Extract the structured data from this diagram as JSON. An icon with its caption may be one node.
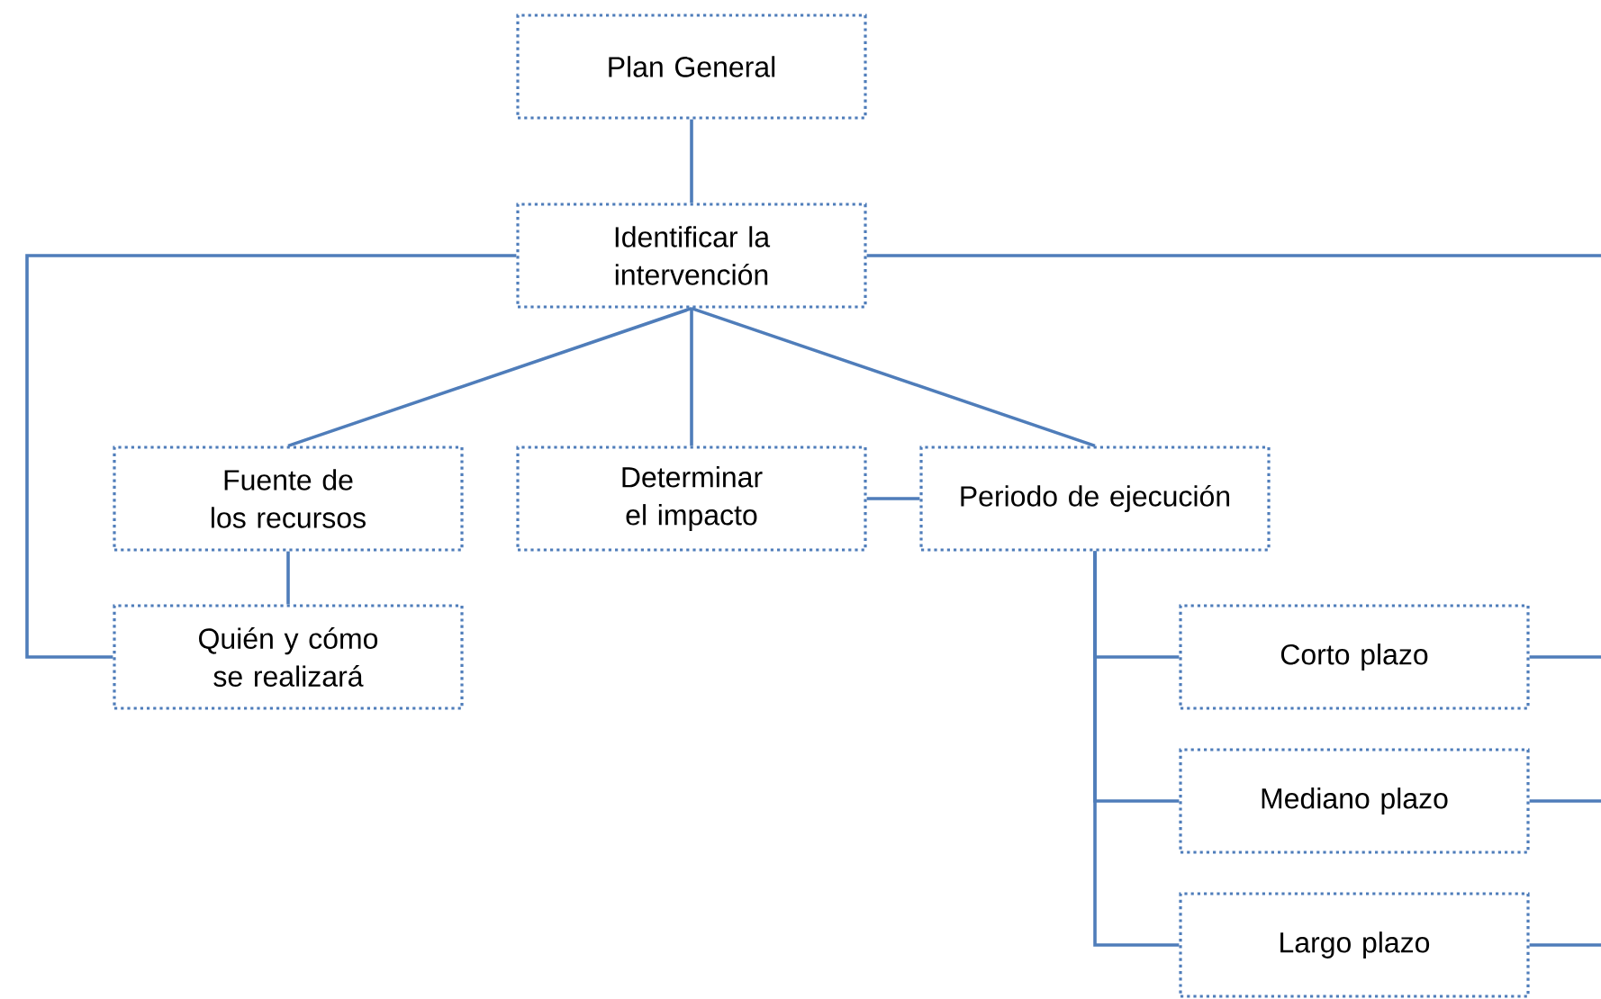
{
  "diagram": {
    "nodes": [
      {
        "text": [
          "Plan General"
        ]
      },
      {
        "text": [
          "Identificar la intervención"
        ]
      },
      {
        "text": [
          "Fuente de los recursos"
        ]
      },
      {
        "text": [
          "Determinar el impacto"
        ]
      },
      {
        "text": [
          "Periodo de ejecución"
        ]
      },
      {
        "text": [
          "Quién y cómo se realizará"
        ]
      },
      {
        "text": [
          "Corto plazo"
        ]
      },
      {
        "text": [
          "Mediano plazo"
        ]
      },
      {
        "text": [
          "Largo plazo"
        ]
      }
    ],
    "edges": [
      {
        "from": 0,
        "to": 1,
        "arrow": "none"
      },
      {
        "from": 1,
        "to": 2,
        "arrow": "none"
      },
      {
        "from": 1,
        "to": 3,
        "arrow": "none"
      },
      {
        "from": 1,
        "to": 4,
        "arrow": "none"
      },
      {
        "from": 1,
        "to": 5,
        "arrow": "none"
      },
      {
        "from": 2,
        "to": 5,
        "arrow": "none"
      },
      {
        "from": 3,
        "to": 4,
        "arrow": "none"
      },
      {
        "from": 4,
        "to": 6,
        "arrow": "none"
      },
      {
        "from": 4,
        "to": 7,
        "arrow": "none"
      },
      {
        "from": 4,
        "to": 8,
        "arrow": "none"
      },
      {
        "from": 1,
        "to": null,
        "arrow": "none"
      },
      {
        "from": 6,
        "to": null,
        "arrow": "none"
      },
      {
        "from": 7,
        "to": null,
        "arrow": "none"
      },
      {
        "from": 8,
        "to": null,
        "arrow": "none"
      }
    ]
  }
}
